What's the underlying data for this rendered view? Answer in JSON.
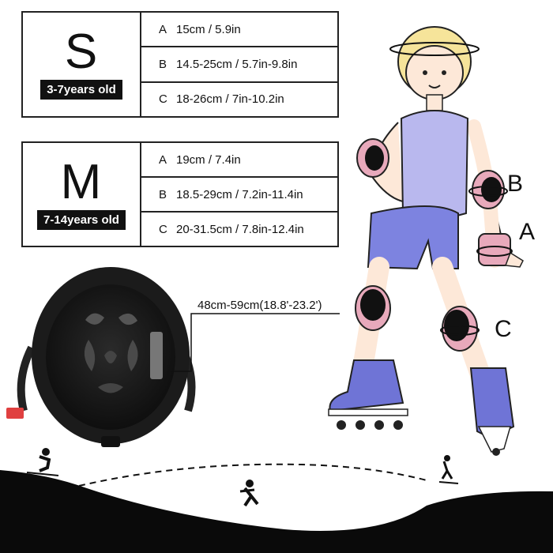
{
  "sizes": {
    "s": {
      "letter": "S",
      "age": "3-7years old",
      "rows": [
        {
          "key": "A",
          "value": "15cm / 5.9in"
        },
        {
          "key": "B",
          "value": "14.5-25cm / 5.7in-9.8in"
        },
        {
          "key": "C",
          "value": "18-26cm / 7in-10.2in"
        }
      ]
    },
    "m": {
      "letter": "M",
      "age": "7-14years old",
      "rows": [
        {
          "key": "A",
          "value": "19cm / 7.4in"
        },
        {
          "key": "B",
          "value": "18.5-29cm / 7.2in-11.4in"
        },
        {
          "key": "C",
          "value": "20-31.5cm / 7.8in-12.4in"
        }
      ]
    }
  },
  "helmet": {
    "circumference": "48cm-59cm(18.8'-23.2')"
  },
  "callouts": {
    "a": "A",
    "b": "B",
    "c": "C"
  },
  "colors": {
    "pads_pink": "#e8a9bb",
    "pads_black": "#111111",
    "tank_top": "#b9b8ee",
    "shorts": "#7d83e0",
    "skates": "#6f74d6"
  }
}
